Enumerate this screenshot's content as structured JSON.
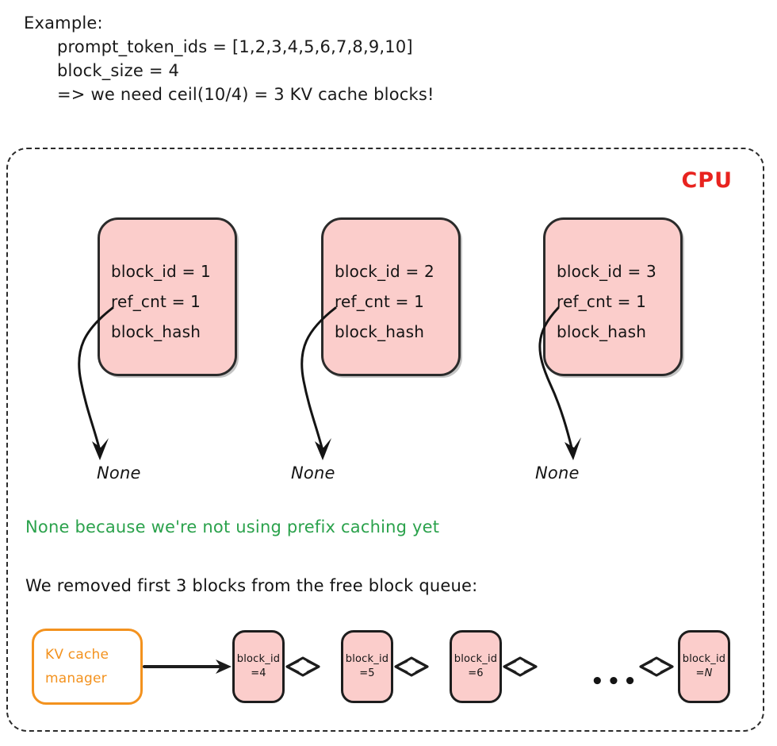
{
  "example": {
    "title": "Example:",
    "lines": [
      "prompt_token_ids = [1,2,3,4,5,6,7,8,9,10]",
      "block_size = 4",
      "=> we need ceil(10/4) = 3 KV cache blocks!"
    ]
  },
  "cpu": {
    "label": "CPU",
    "label_color": "#e8231f",
    "border_style": "dashed"
  },
  "kv_blocks": [
    {
      "block_id": "block_id = 1",
      "ref_cnt": "ref_cnt = 1",
      "block_hash": "block_hash",
      "pointer_target": "None"
    },
    {
      "block_id": "block_id = 2",
      "ref_cnt": "ref_cnt = 1",
      "block_hash": "block_hash",
      "pointer_target": "None"
    },
    {
      "block_id": "block_id = 3",
      "ref_cnt": "ref_cnt = 1",
      "block_hash": "block_hash",
      "pointer_target": "None"
    }
  ],
  "notes": {
    "green_note": "None because we're not using prefix caching yet",
    "green_color": "#2ba24c",
    "removed_note": "We removed first 3 blocks from the free block queue:"
  },
  "queue": {
    "manager": {
      "line1": "KV cache",
      "line2": "manager",
      "color": "#f3921e"
    },
    "blocks": [
      {
        "label": "block_id",
        "value": "=4"
      },
      {
        "label": "block_id",
        "value": "=5"
      },
      {
        "label": "block_id",
        "value": "=6"
      },
      {
        "label": "block_id",
        "value": "=N"
      }
    ],
    "ellipsis": "•••"
  },
  "colors": {
    "block_fill": "#fbcdcb",
    "block_stroke": "#1d1d1d",
    "text": "#141414"
  }
}
